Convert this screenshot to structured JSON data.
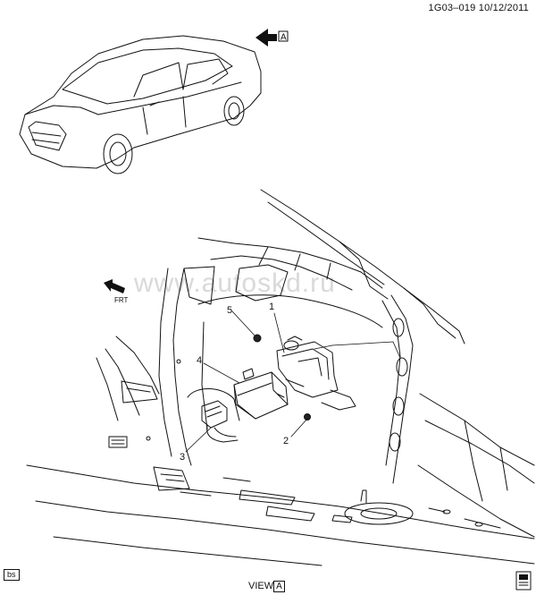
{
  "header": {
    "diagram_id": "1G03–019",
    "date": "10/12/2011"
  },
  "view_arrow": {
    "letter": "A"
  },
  "front_arrow": {
    "label": "FRT"
  },
  "watermark": "www.autoskd.ru",
  "callouts": [
    {
      "number": "1"
    },
    {
      "number": "2"
    },
    {
      "number": "3"
    },
    {
      "number": "4"
    },
    {
      "number": "5"
    }
  ],
  "footer": {
    "view_label": "VIEW",
    "view_letter": "A",
    "corner_tag": "bs"
  }
}
